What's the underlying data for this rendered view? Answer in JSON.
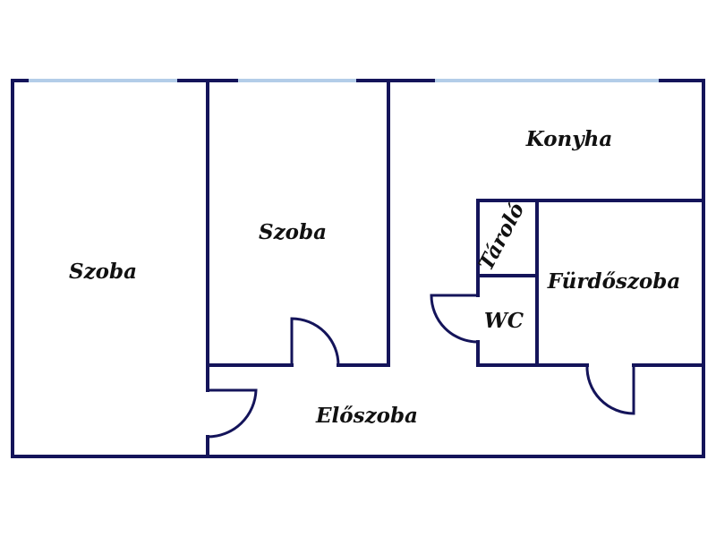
{
  "colors": {
    "wall": "#14145a",
    "window": "#b3cde8",
    "background": "#ffffff",
    "label": "#111111"
  },
  "rooms": {
    "room_left": "Szoba",
    "room_middle": "Szoba",
    "kitchen": "Konyha",
    "storage": "Tároló",
    "bathroom": "Fürdőszoba",
    "toilet": "WC",
    "hall": "Előszoba"
  }
}
